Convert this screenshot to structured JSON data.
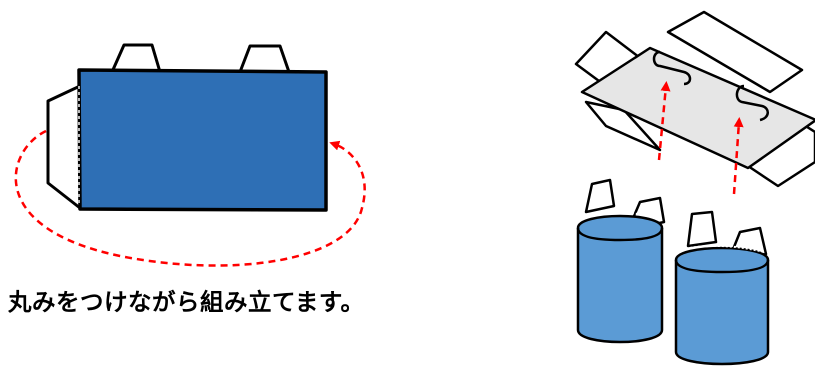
{
  "caption": "丸みをつけながら組み立てます。",
  "colors": {
    "body_fill": "#2e6fb5",
    "cup_fill": "#5b9bd5",
    "outline": "#000000",
    "arrow": "#ff0000",
    "tray_fill": "#e6e6e6",
    "flap_fill": "#ffffff"
  },
  "parts": {
    "flat_template": "flat-template",
    "curl_arrow": "curl-arrow",
    "tray": "tray-template",
    "cups": [
      "cup-left",
      "cup-right"
    ],
    "insert_arrows": [
      "insert-arrow-left",
      "insert-arrow-right"
    ]
  }
}
